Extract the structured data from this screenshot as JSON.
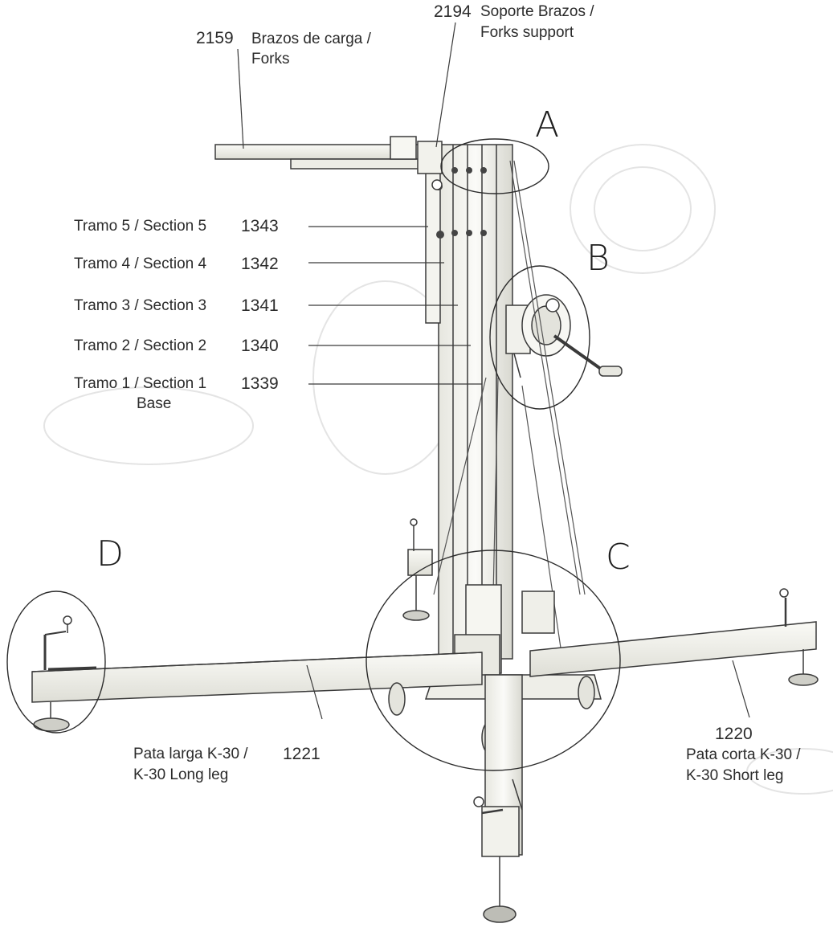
{
  "colors": {
    "ink": "#2b2b2b",
    "metal_light": "#f1f1ec",
    "metal_shade": "#d9d9d2",
    "line": "#3a3a3a"
  },
  "parts": {
    "forks_support": {
      "code": "2194",
      "line1": "Soporte Brazos /",
      "line2": "Forks support"
    },
    "forks": {
      "code": "2159",
      "line1": "Brazos de carga /",
      "line2": "Forks"
    },
    "sections": [
      {
        "label": "Tramo 5 / Section 5",
        "code": "1343"
      },
      {
        "label": "Tramo 4 / Section 4",
        "code": "1342"
      },
      {
        "label": "Tramo 3 / Section 3",
        "code": "1341"
      },
      {
        "label": "Tramo 2 / Section 2",
        "code": "1340"
      },
      {
        "label": "Tramo 1 / Section 1",
        "code": "1339",
        "sublabel": "Base"
      }
    ],
    "long_leg": {
      "code": "1221",
      "line1": "Pata larga K-30 /",
      "line2": "K-30 Long leg"
    },
    "short_leg": {
      "code": "1220",
      "line1": "Pata corta K-30 /",
      "line2": "K-30 Short leg"
    }
  },
  "callouts": {
    "a": "A",
    "b": "B",
    "c": "C",
    "d": "D"
  }
}
